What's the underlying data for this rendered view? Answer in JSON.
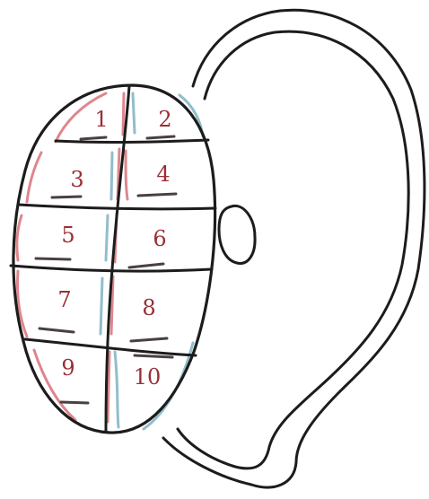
{
  "diagram": {
    "cells": [
      {
        "id": 1,
        "label": "1"
      },
      {
        "id": 2,
        "label": "2"
      },
      {
        "id": 3,
        "label": "3"
      },
      {
        "id": 4,
        "label": "4"
      },
      {
        "id": 5,
        "label": "5"
      },
      {
        "id": 6,
        "label": "6"
      },
      {
        "id": 7,
        "label": "7"
      },
      {
        "id": 8,
        "label": "8"
      },
      {
        "id": 9,
        "label": "9"
      },
      {
        "id": 10,
        "label": "10"
      }
    ]
  },
  "colors": {
    "ink": "#1c1c1c",
    "number": "#9a2f36",
    "underline": "#4a4040",
    "red_shade": "#d9727a",
    "blue_shade": "#7fb2c4",
    "background": "#ffffff"
  }
}
